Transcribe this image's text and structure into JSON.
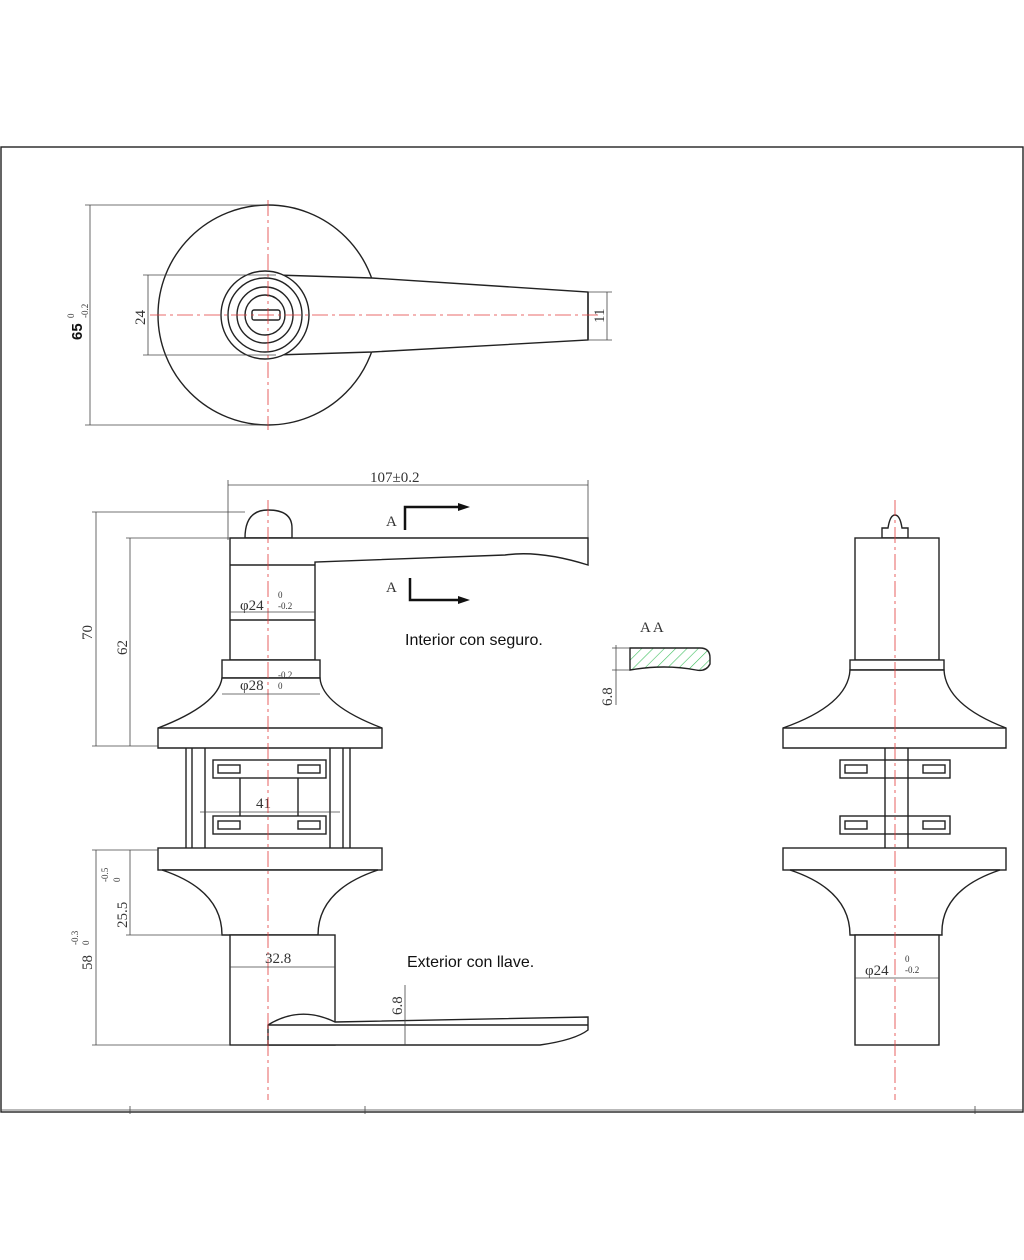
{
  "labels": {
    "interior": "Interior con seguro.",
    "exterior": "Exterior con llave.",
    "section_a1": "A",
    "section_a2": "A",
    "section_aa": "A A"
  },
  "dimensions": {
    "rose_diameter": "65",
    "rose_diameter_tol_top": "0",
    "rose_diameter_tol_bot": "-0.2",
    "cylinder_dia_top": "24",
    "lever_tip": "11",
    "overall_length": "107±0.2",
    "total_height_interior": "70",
    "height_62": "62",
    "shank_dia_24": "φ24",
    "shank_tol_top": "0",
    "shank_tol_bot": "-0.2",
    "neck_dia_28": "φ28",
    "neck_tol_top": "-0.2",
    "neck_tol_bot": "0",
    "spacing_41": "41",
    "rose_height_25": "25.5",
    "rose_height_tol_top": "-0.5",
    "rose_height_tol_bot": "0",
    "exterior_height_58": "58",
    "exterior_height_tol_top": "-0.3",
    "exterior_height_tol_bot": "0",
    "barrel_width_32": "32.8",
    "lever_thickness": "6.8",
    "section_thickness": "6.8",
    "side_dia_24": "φ24",
    "side_tol_top": "0",
    "side_tol_bot": "-0.2"
  },
  "colors": {
    "line": "#222222",
    "centerline": "#e23b3b",
    "hatch": "#3fbf5f"
  }
}
